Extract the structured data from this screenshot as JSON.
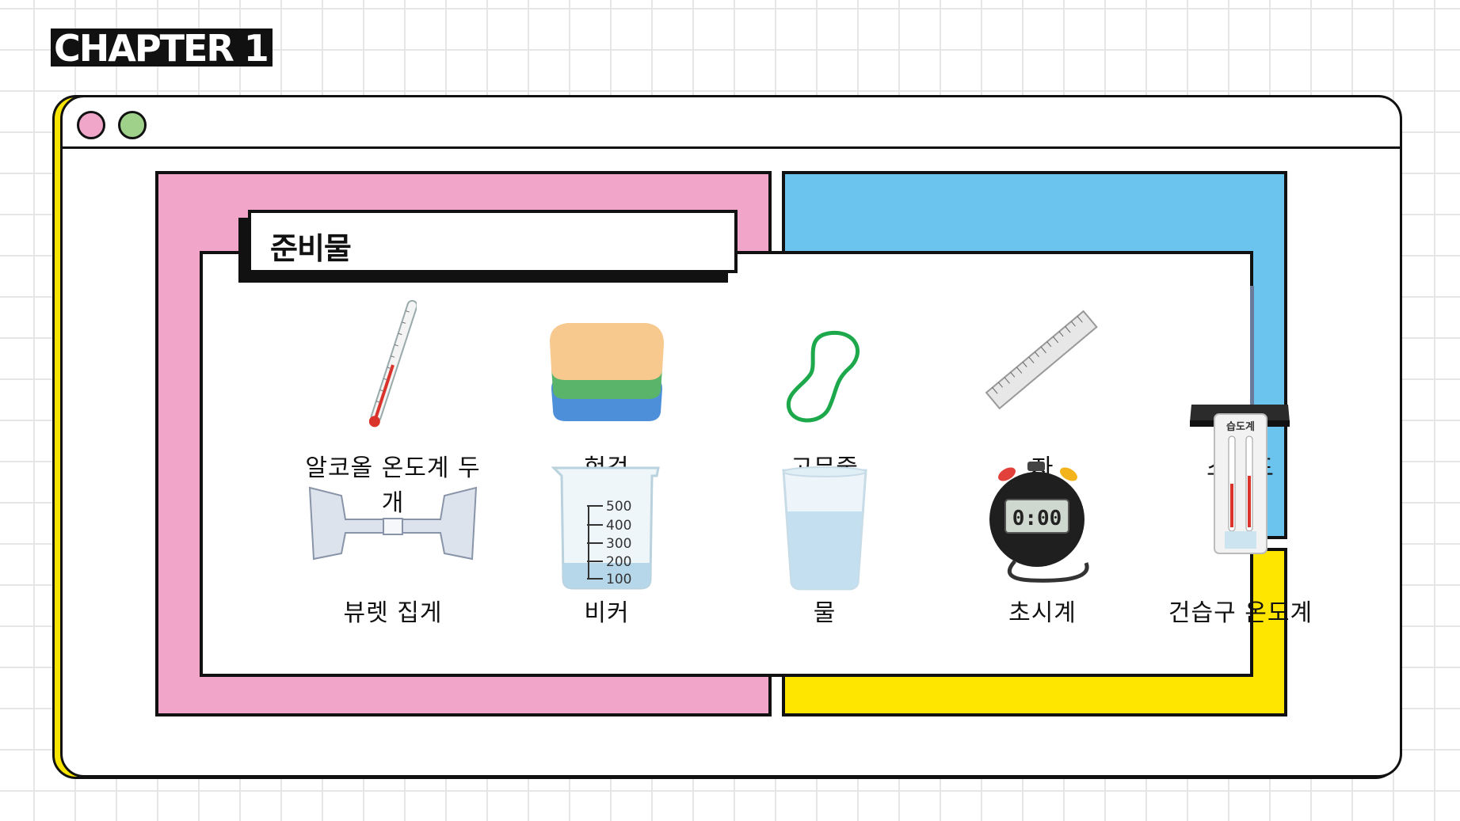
{
  "chapter": "CHAPTER 1",
  "window": {
    "dots": [
      "pink-dot",
      "green-dot"
    ]
  },
  "card": {
    "title": "준비물",
    "items": [
      {
        "label": "알코올 온도계 두 개",
        "icon": "thermometer-icon"
      },
      {
        "label": "헝겊",
        "icon": "cloth-icon"
      },
      {
        "label": "고무줄",
        "icon": "rubber-band-icon"
      },
      {
        "label": "자",
        "icon": "ruler-icon"
      },
      {
        "label": "스탠드",
        "icon": "stand-icon"
      },
      {
        "label": "뷰렛 집게",
        "icon": "burette-clamp-icon"
      },
      {
        "label": "비커",
        "icon": "beaker-icon",
        "scale": [
          "500",
          "400",
          "300",
          "200",
          "100"
        ]
      },
      {
        "label": "물",
        "icon": "water-glass-icon"
      },
      {
        "label": "초시계",
        "icon": "stopwatch-icon",
        "display": "0:00"
      },
      {
        "label": "건습구 온도계",
        "icon": "hygrometer-icon",
        "header": "습도계"
      }
    ]
  },
  "colors": {
    "pink": "#f1a6c9",
    "blue": "#6bc4ee",
    "yellow": "#ffe600",
    "dot_pink": "#f0a6c9",
    "dot_green": "#9fd18b"
  }
}
